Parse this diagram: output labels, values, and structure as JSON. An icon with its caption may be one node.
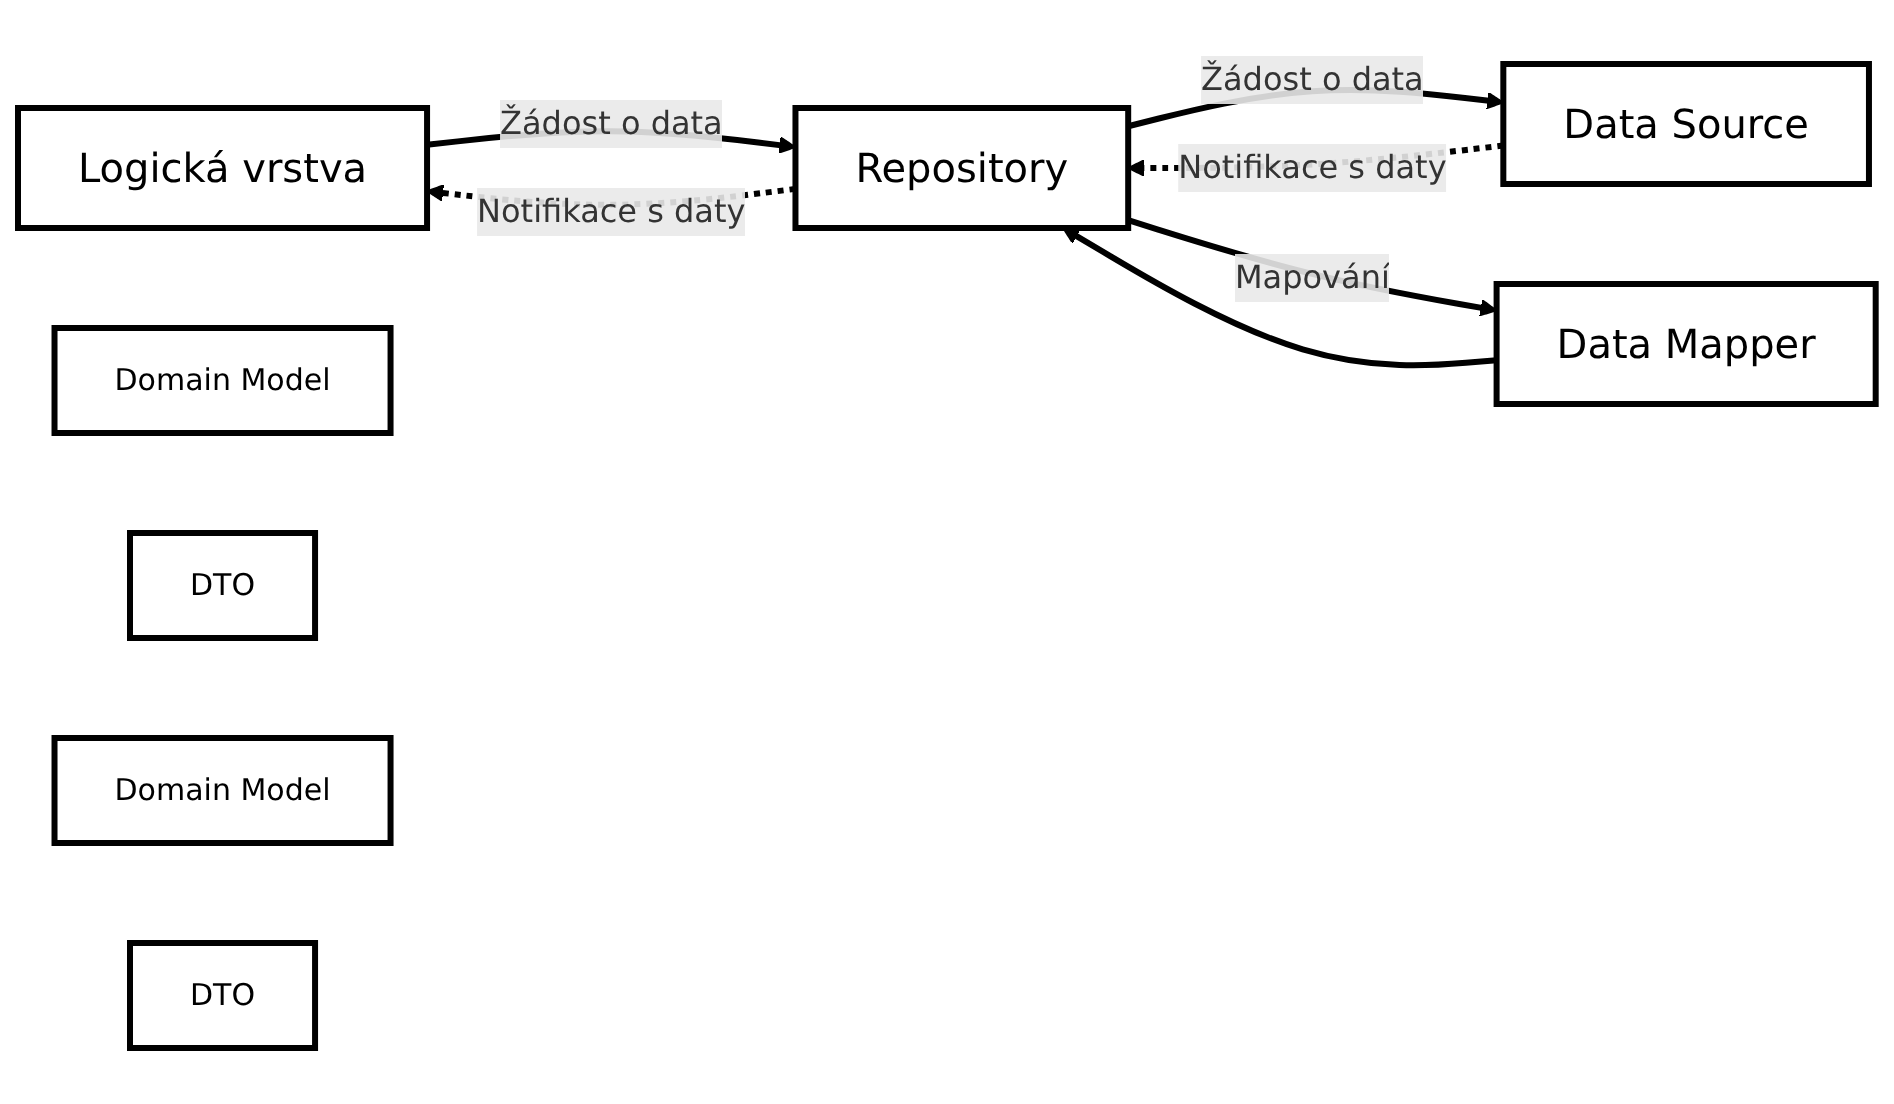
{
  "diagram": {
    "nodes": [
      {
        "text": [
          "Logická vrstva"
        ]
      },
      {
        "text": [
          "Domain Model"
        ]
      },
      {
        "text": [
          "Repository"
        ]
      },
      {
        "text": [
          "DTO"
        ]
      },
      {
        "text": [
          "Data Source"
        ]
      },
      {
        "text": [
          "Domain Model"
        ]
      },
      {
        "text": [
          "DTO"
        ]
      },
      {
        "text": [
          "Data Mapper"
        ]
      }
    ],
    "edges": [
      {
        "from": 0,
        "to": 2,
        "arrow": "to",
        "label": "Žádost o data"
      },
      {
        "from": 2,
        "to": 4,
        "arrow": "to",
        "label": "Žádost o data"
      },
      {
        "from": 2,
        "to": 0,
        "arrow": "to",
        "label": "Notifikace s daty",
        "style": "dashed"
      },
      {
        "from": 4,
        "to": 2,
        "arrow": "to",
        "label": "Notifikace s daty",
        "style": "dashed"
      },
      {
        "from": 2,
        "to": 7,
        "arrow": "to",
        "label": "Mapování"
      },
      {
        "from": 7,
        "to": 2,
        "arrow": "to"
      }
    ]
  }
}
